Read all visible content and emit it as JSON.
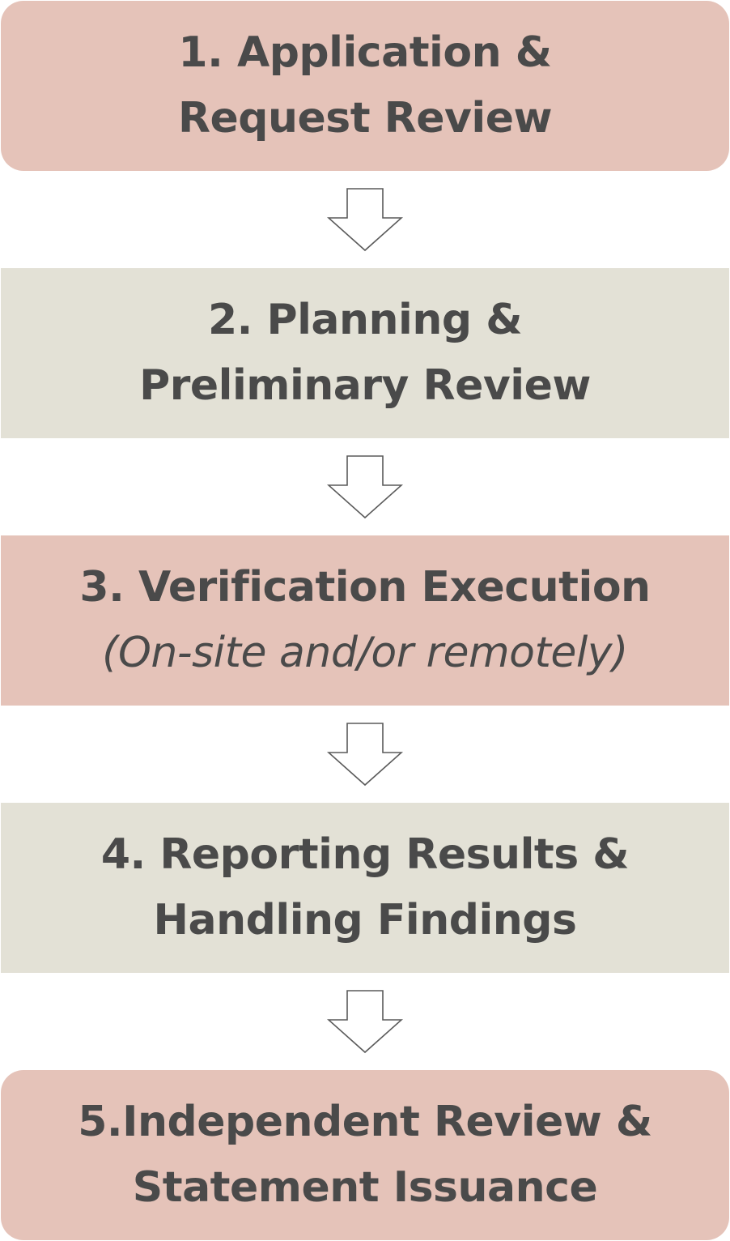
{
  "steps": [
    {
      "line1": "1. Application &",
      "line2": "Request Review",
      "color": "#e5c3b9"
    },
    {
      "line1": "2. Planning &",
      "line2": "Preliminary Review",
      "color": "#e3e1d6"
    },
    {
      "line1": "3. Verification Execution",
      "line2": "(On-site and/or remotely)",
      "color": "#e5c3b9"
    },
    {
      "line1": "4. Reporting Results &",
      "line2": "Handling Findings",
      "color": "#e3e1d6"
    },
    {
      "line1": "5.Independent Review &",
      "line2": "Statement Issuance",
      "color": "#e5c3b9"
    }
  ],
  "arrow_icon": "down-arrow-outline-icon",
  "text_color": "#4a4a4a"
}
